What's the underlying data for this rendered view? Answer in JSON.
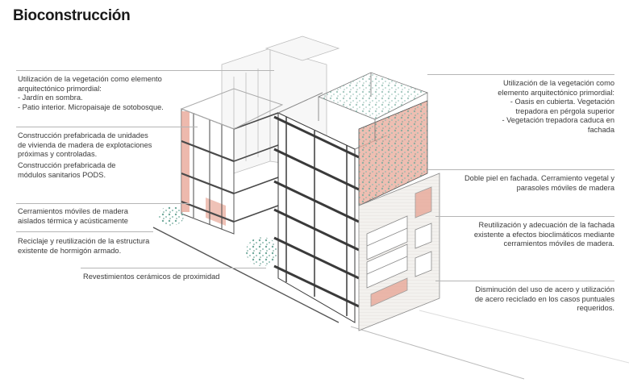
{
  "title": "Bioconstrucción",
  "colors": {
    "accent": "#e8a898",
    "vegetation": "#6fa89a",
    "line": "#444444",
    "leader": "#b5b5b5"
  },
  "annotations": {
    "left": [
      "Utilización de la vegetación como elemento\narquitectónico primordial:\n- Jardín en sombra.\n- Patio interior. Micropaisaje de sotobosque.",
      "Construcción prefabricada de unidades\nde vivienda de madera de explotaciones\npróximas y controladas.",
      "Construcción prefabricada de\nmódulos sanitarios PODS.",
      "Cerramientos móviles de madera\naislados térmica y acústicamente",
      "Reciclaje  y reutilización de la estructura\nexistente de hormigón armado.",
      "Revestimientos cerámicos de proximidad"
    ],
    "right": [
      "Utilización de la vegetación como\nelemento arquitectónico primordial:\n- Oasis en cubierta. Vegetación\ntrepadora en pérgola superior\n- Vegetación trepadora caduca en\nfachada",
      "Doble piel en fachada. Cerramiento vegetal y\nparasoles móviles de madera",
      "Reutilización y adecuación de la fachada\nexistente a efectos bioclimáticos mediante\ncerramientos móviles de madera.",
      "Disminución del uso de acero y utilización\nde acero reciclado en los casos puntuales\nrequeridos."
    ]
  }
}
